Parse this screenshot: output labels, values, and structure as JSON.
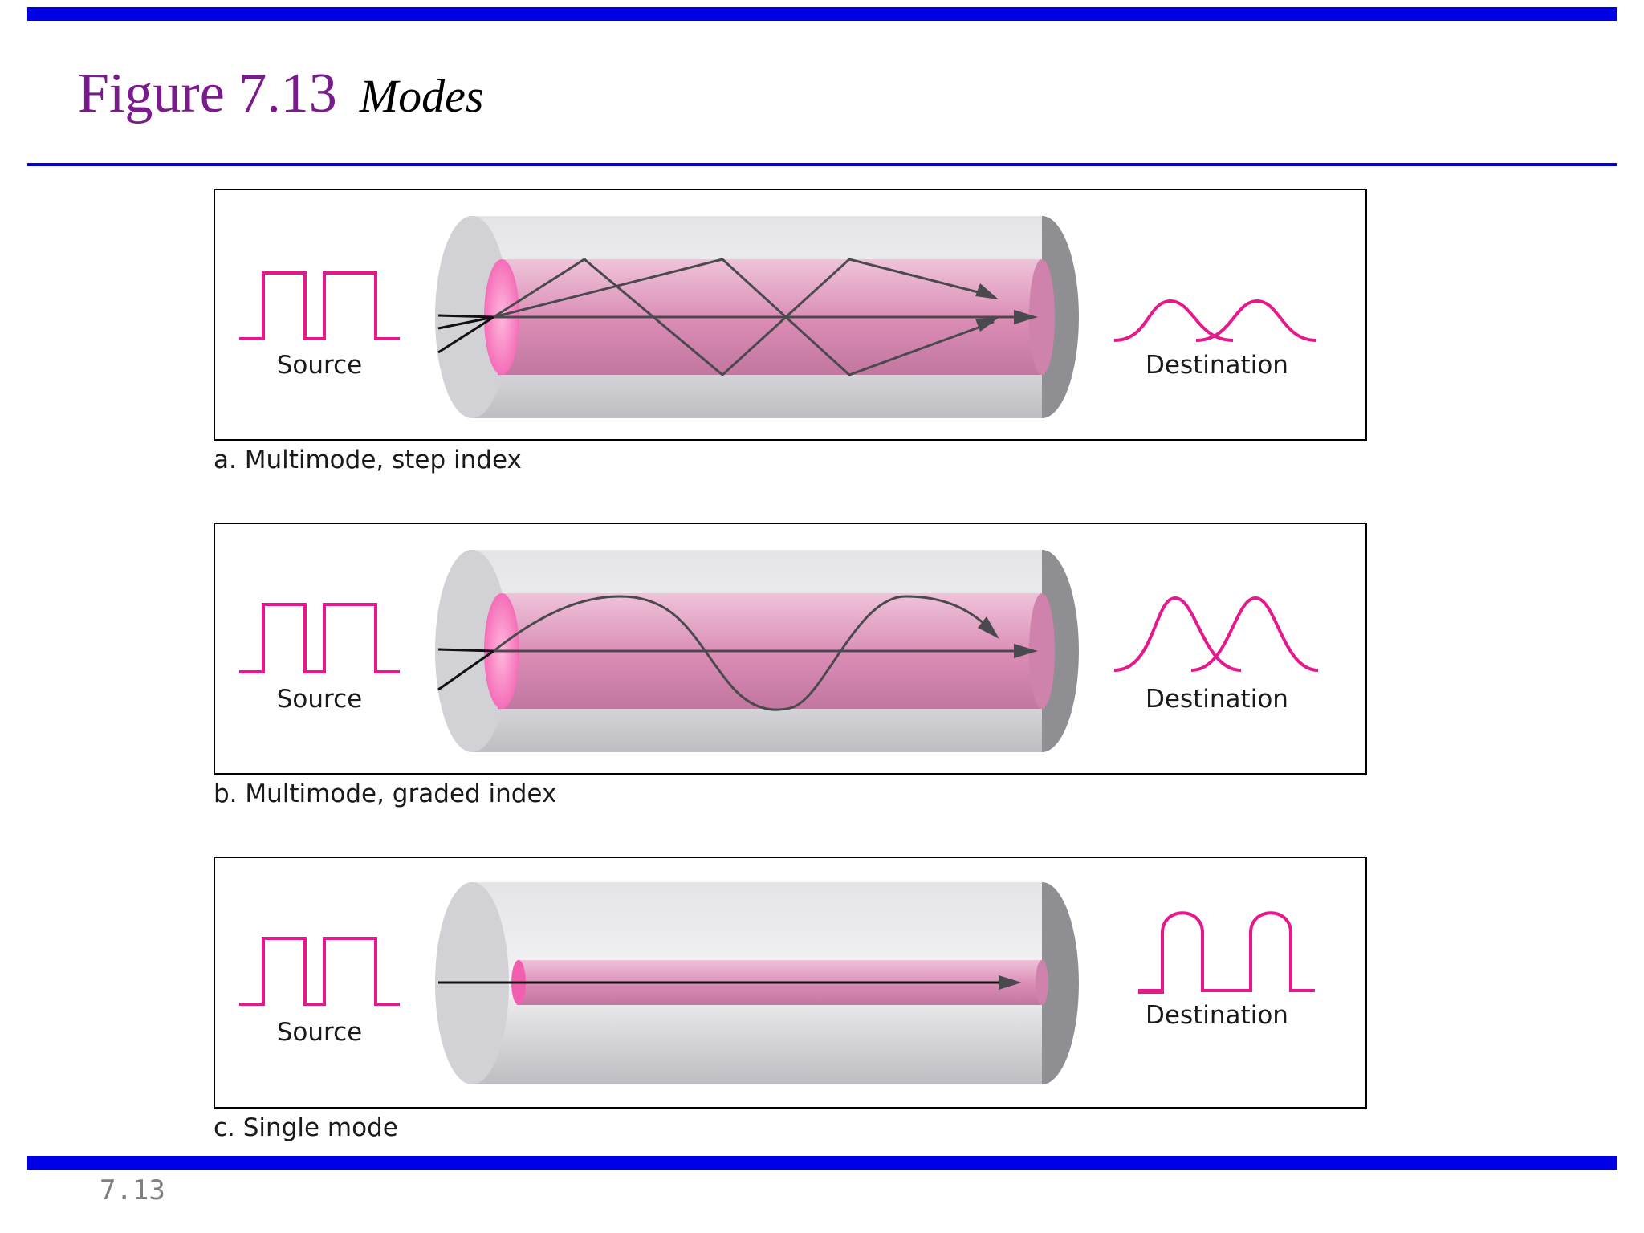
{
  "slide": {
    "figure_label": "Figure 7.13",
    "figure_title": "Modes",
    "page_number": "7.13"
  },
  "colors": {
    "accent_bar": "#0000e6",
    "title": "#7a1a8c",
    "signal": "#e6198c",
    "core": "#d77aaa",
    "cladding": "#cfcfd3"
  },
  "panels": [
    {
      "id": "multimode-step-index",
      "caption": "a. Multimode, step index",
      "source_label": "Source",
      "destination_label": "Destination"
    },
    {
      "id": "multimode-graded-index",
      "caption": "b. Multimode, graded index",
      "source_label": "Source",
      "destination_label": "Destination"
    },
    {
      "id": "single-mode",
      "caption": "c. Single mode",
      "source_label": "Source",
      "destination_label": "Destination"
    }
  ]
}
